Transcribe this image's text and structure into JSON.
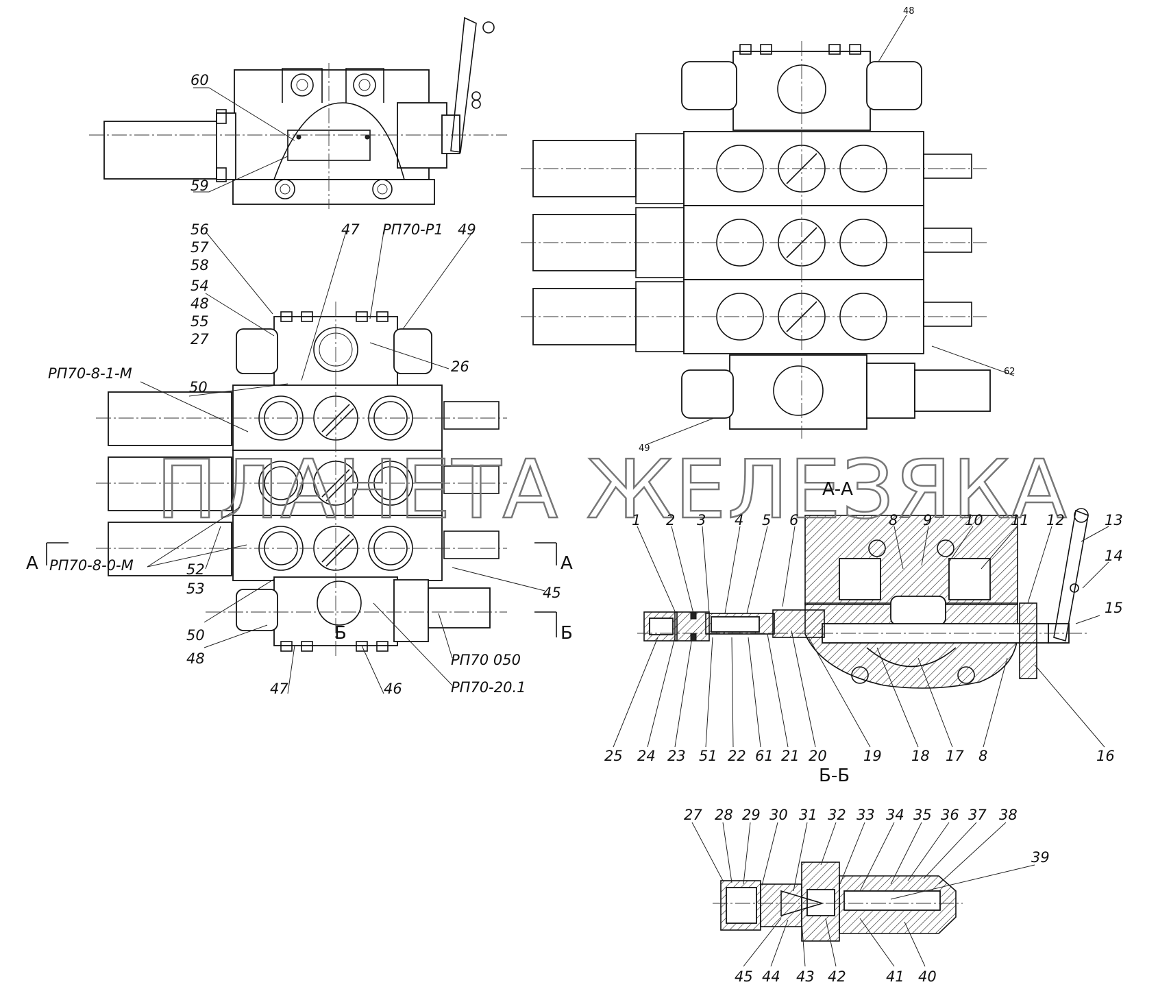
{
  "watermark": "ПЛАНЕТА ЖЕЛЕЗЯКА",
  "section_titles": {
    "aa": "А-А",
    "bb": "Б-Б"
  },
  "cut_marks": {
    "a_left": "А",
    "a_right": "А",
    "b_left": "Б",
    "b_right": "Б"
  },
  "top_view_labels": {
    "l60": "60",
    "l59": "59"
  },
  "front_view_labels": {
    "l56": "56",
    "l57": "57",
    "l58": "58",
    "l54": "54",
    "l48": "48",
    "l55": "55",
    "l27": "27",
    "l47top": "47",
    "lRP70P1": "РП70-Р1",
    "l49": "49",
    "l26": "26",
    "l50top": "50",
    "lRP7081M": "РП70-8-1-М",
    "lRP7080M": "РП70-8-0-М",
    "l52": "52",
    "l53": "53",
    "l45": "45",
    "l50bot": "50",
    "l48bot": "48",
    "l47bot": "47",
    "l46": "46",
    "lRP70050": "РП70 050",
    "lRP70201": "РП70-20.1"
  },
  "side_view_labels": {
    "l48r": "48",
    "l62": "62",
    "l49r": "49"
  },
  "aa_labels_top": [
    "1",
    "2",
    "3",
    "4",
    "5",
    "6",
    "8",
    "9",
    "10",
    "11",
    "12",
    "13",
    "14",
    "15"
  ],
  "aa_labels_bottom": [
    "25",
    "24",
    "23",
    "51",
    "22",
    "61",
    "21",
    "20",
    "19",
    "18",
    "17",
    "8",
    "16"
  ],
  "bb_labels_top": [
    "27",
    "28",
    "29",
    "30",
    "31",
    "32",
    "33",
    "34",
    "35",
    "36",
    "37",
    "38",
    "39"
  ],
  "bb_labels_bottom": [
    "45",
    "44",
    "43",
    "42",
    "41",
    "40"
  ]
}
